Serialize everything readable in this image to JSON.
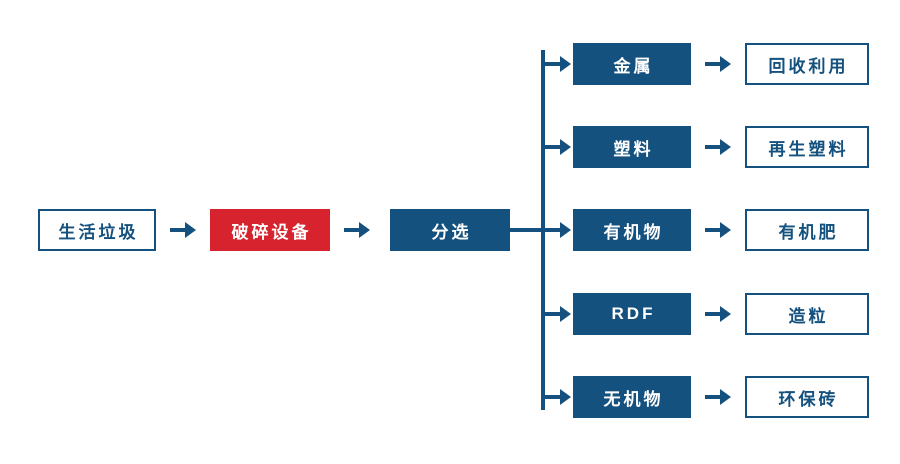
{
  "colors": {
    "navy": "#15517e",
    "red": "#d7232d",
    "background": "#ffffff"
  },
  "flowchart": {
    "main_chain": [
      {
        "label": "生活垃圾",
        "style": "outline"
      },
      {
        "label": "破碎设备",
        "style": "red"
      },
      {
        "label": "分选",
        "style": "solid"
      }
    ],
    "branches": [
      {
        "source": "金属",
        "target": "回收利用"
      },
      {
        "source": "塑料",
        "target": "再生塑料"
      },
      {
        "source": "有机物",
        "target": "有机肥"
      },
      {
        "source": "RDF",
        "target": "造粒"
      },
      {
        "source": "无机物",
        "target": "环保砖"
      }
    ]
  }
}
